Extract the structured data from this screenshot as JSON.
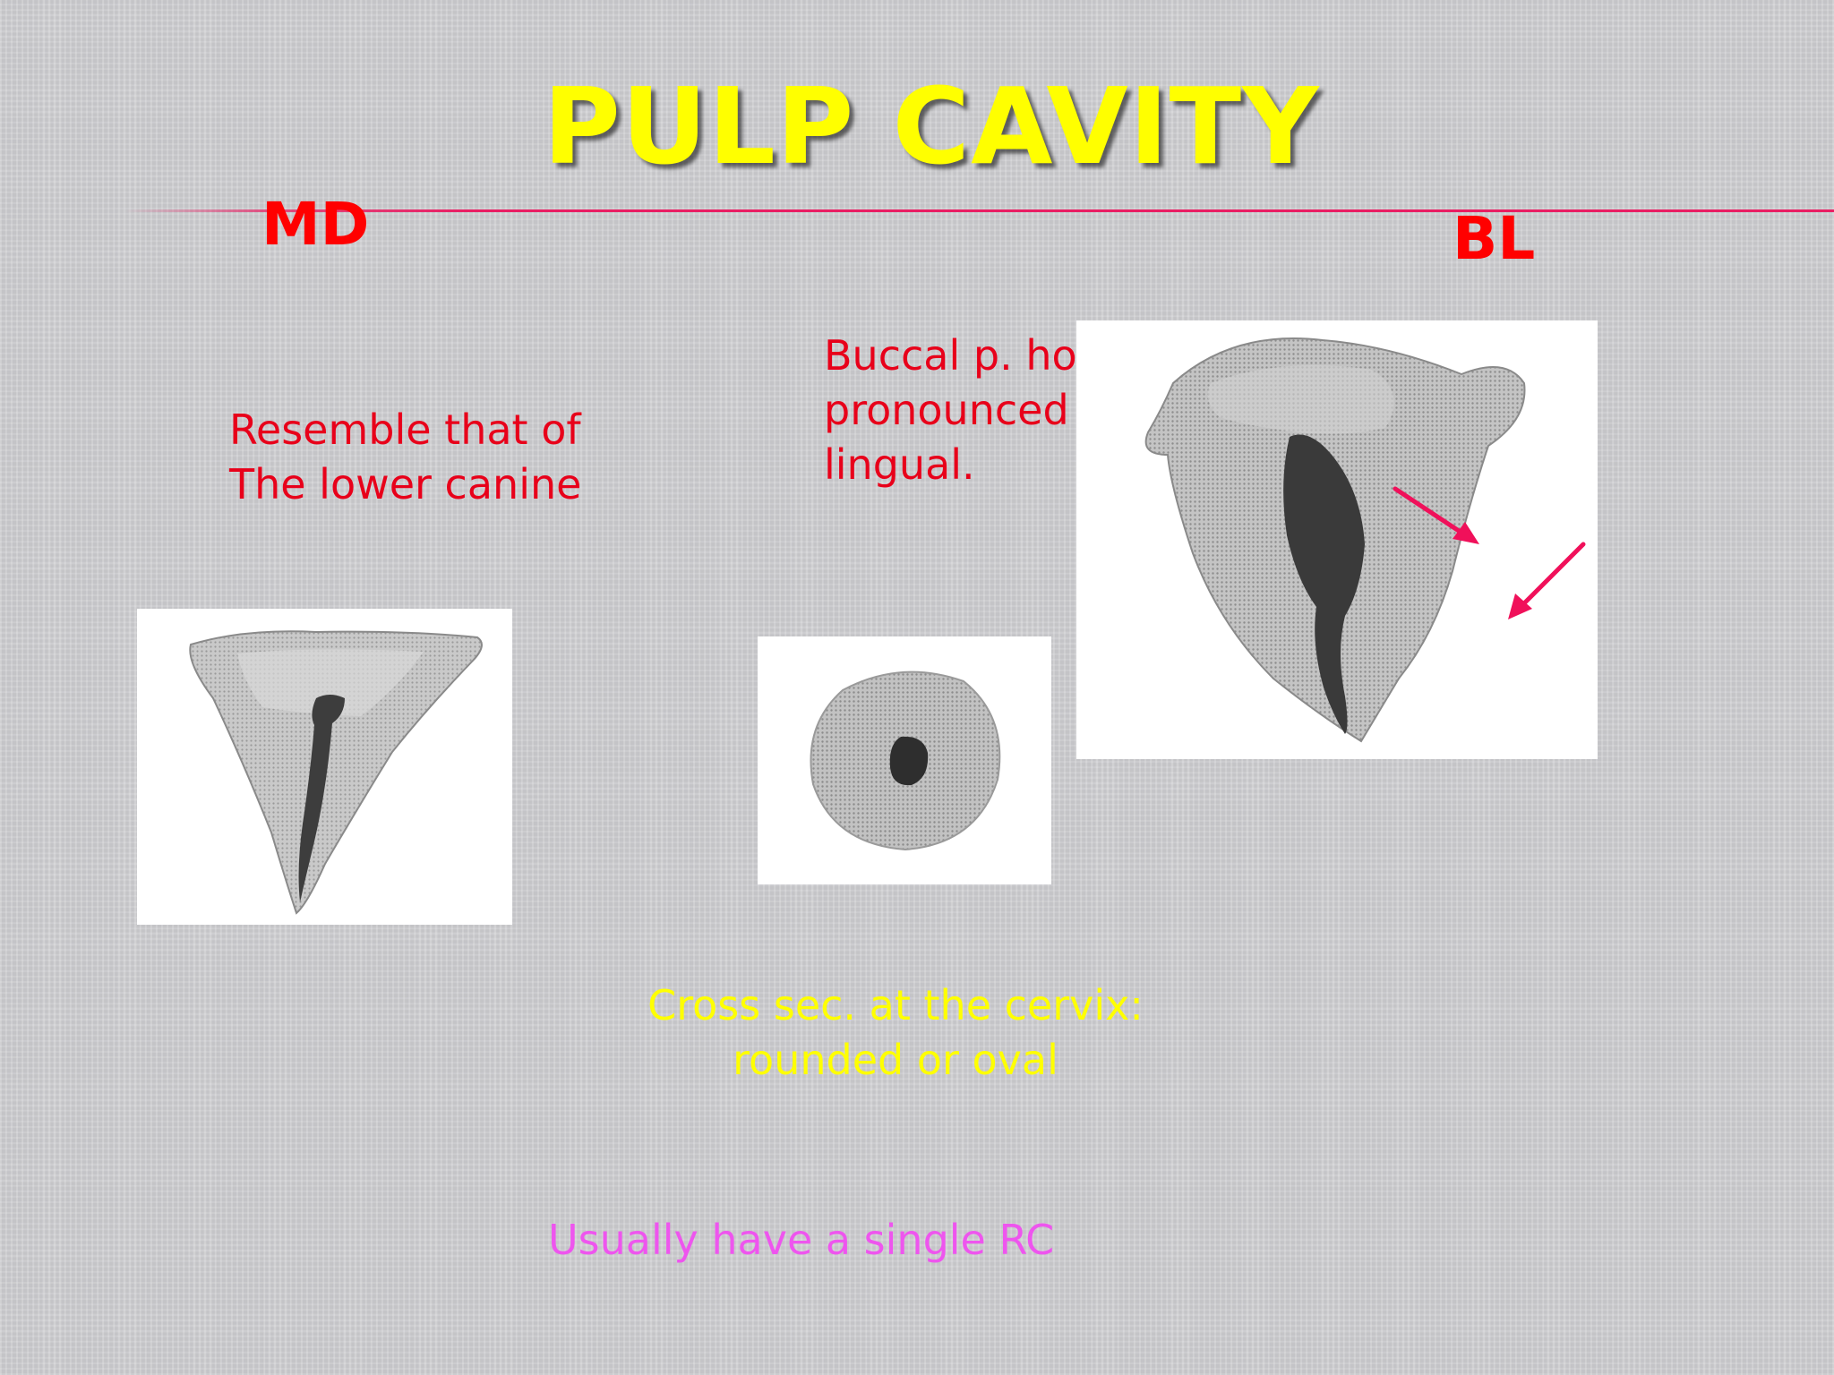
{
  "slide": {
    "title": "PULP CAVITY",
    "view_md": "MD",
    "view_bl": "BL",
    "note_md": [
      "Resemble that of",
      "The lower canine"
    ],
    "note_bl": [
      "Buccal p. horn: more",
      "pronounced than the",
      "lingual."
    ],
    "note_cross_section": [
      "Cross sec. at the cervix:",
      "rounded or oval"
    ],
    "note_root_canal": "Usually have a single RC"
  },
  "colors": {
    "title": "#ffff00",
    "labels": "#ff0000",
    "rule": "#e91e63",
    "arrows": "#f0105a",
    "note_yellow": "#ffff00",
    "note_pink": "#ee55ee"
  },
  "figures": {
    "md": "mesiodistal-section-drawing",
    "cross": "cervical-cross-section-drawing",
    "bl": "buccolingual-section-drawing"
  }
}
